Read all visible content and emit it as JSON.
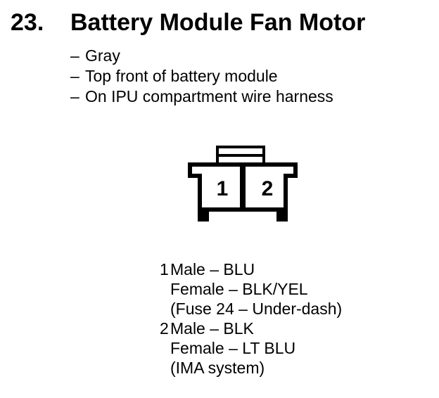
{
  "document": {
    "section_number": "23.",
    "title": "Battery Module Fan Motor",
    "bullet_marker": "–",
    "bullets": [
      "Gray",
      "Top front of battery module",
      "On IPU compartment wire harness"
    ]
  },
  "connector": {
    "pin_labels": [
      "1",
      "2"
    ],
    "color": "#000000"
  },
  "pins": [
    {
      "number": "1",
      "lines": [
        "Male – BLU",
        "Female – BLK/YEL",
        "(Fuse 24 – Under-dash)"
      ]
    },
    {
      "number": "2",
      "lines": [
        "Male – BLK",
        "Female – LT BLU",
        "(IMA system)"
      ]
    }
  ]
}
